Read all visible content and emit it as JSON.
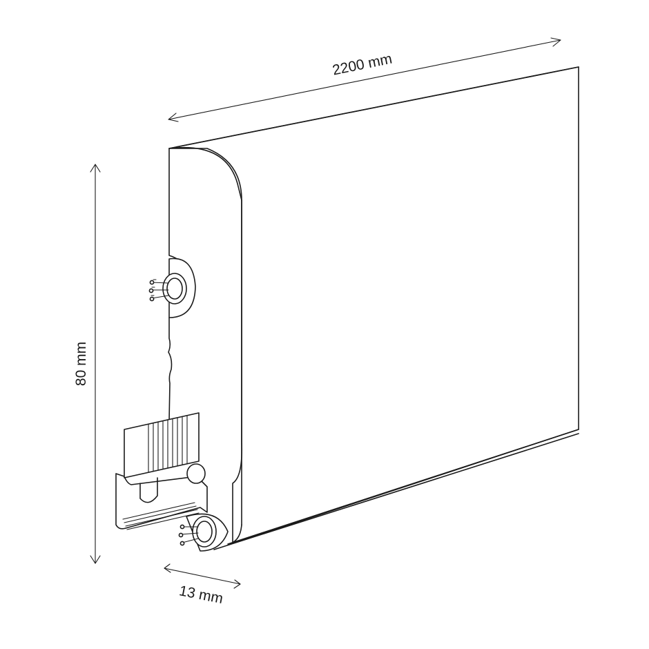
{
  "dimensions": {
    "length": "2200 mm",
    "height": "80 mm",
    "thickness": "13 mm"
  }
}
